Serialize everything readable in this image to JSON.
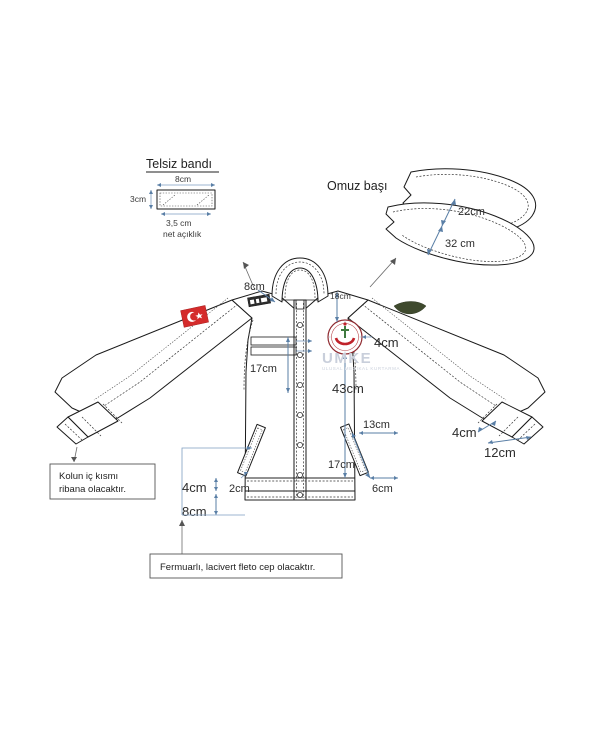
{
  "document": {
    "type": "technical-garment-spec",
    "language": "tr"
  },
  "sections": {
    "radio_band": {
      "title": "Telsiz bandı",
      "width_label": "8cm",
      "height_label": "3cm",
      "opening_label": "3,5 cm",
      "opening_sublabel": "net açıklık"
    },
    "shoulder": {
      "title": "Omuz başı",
      "dim_upper": "22cm",
      "dim_lower": "32 cm"
    }
  },
  "measurements": {
    "collar_left": "8cm",
    "collar_right": "18cm",
    "chest_pocket_left": "17cm",
    "body_length": "43cm",
    "emblem_size": "4cm",
    "cuff_right_band": "4cm",
    "cuff_right_width": "12cm",
    "pocket_right_top": "13cm",
    "pocket_right_length": "17cm",
    "pocket_right_bottom": "6cm",
    "pocket_left_welt": "2cm",
    "hem_upper": "4cm",
    "hem_lower": "8cm"
  },
  "notes": {
    "sleeve": {
      "line1": "Kolun iç kısmı",
      "line2": "ribana olacaktır."
    },
    "pocket": {
      "line1": "Fermuarlı, lacivert fleto cep olacaktır."
    }
  },
  "watermark": {
    "primary": "UMKE",
    "secondary": "ULUSAL MEDIKAL KURTARMA"
  },
  "colors": {
    "outline": "#1a1a1a",
    "dimension": "#5a7fa6",
    "flag_red": "#d42b2b",
    "emblem_red": "#c0222a",
    "note_border": "#555555",
    "patch_dark": "#3f4a2e"
  }
}
